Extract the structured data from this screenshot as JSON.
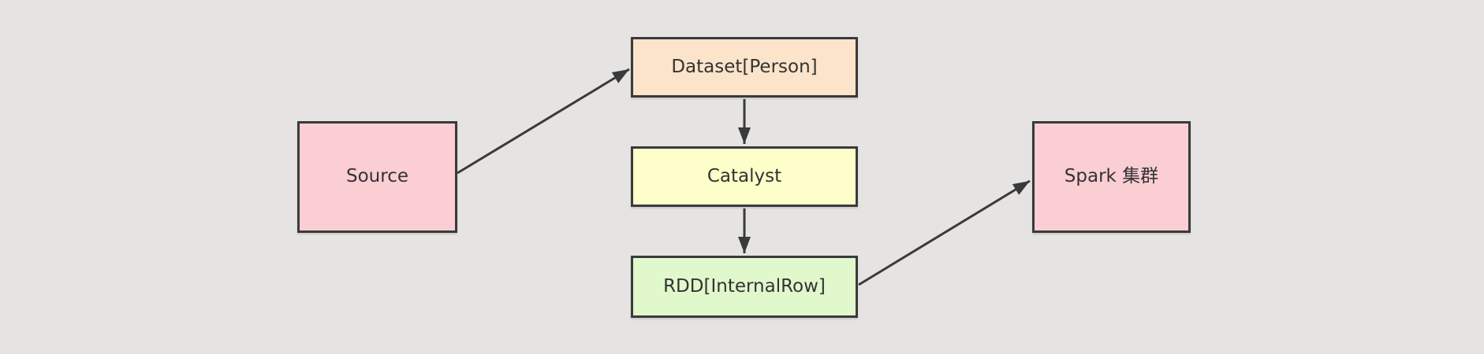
{
  "diagram": {
    "background_color": "#e5e4e3",
    "stroke_color": "#3a3a3a",
    "text_color": "#333333",
    "nodes": [
      {
        "id": "source",
        "label": "Source",
        "fill": "#fbced4"
      },
      {
        "id": "dataset",
        "label": "Dataset[Person]",
        "fill": "#fbe4ca"
      },
      {
        "id": "catalyst",
        "label": "Catalyst",
        "fill": "#fdfec9"
      },
      {
        "id": "rdd",
        "label": "RDD[InternalRow]",
        "fill": "#e1f8cd"
      },
      {
        "id": "spark",
        "label": "Spark 集群",
        "fill": "#fbced4"
      }
    ],
    "edges": [
      {
        "from": "source",
        "to": "dataset"
      },
      {
        "from": "dataset",
        "to": "catalyst"
      },
      {
        "from": "catalyst",
        "to": "rdd"
      },
      {
        "from": "rdd",
        "to": "spark"
      }
    ]
  }
}
